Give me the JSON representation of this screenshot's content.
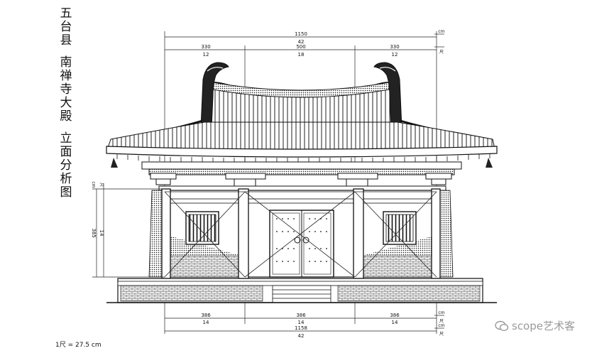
{
  "title_vertical": "五台县 南禅寺大殿 立面分析图",
  "title_line1": "五台县",
  "title_line2": "南禅寺大殿",
  "title_line3": "立面分析图",
  "scale_note": "1尺 = 27.5 cm",
  "watermark": "scope艺术客",
  "dimensions": {
    "top_total_cm": "1150",
    "top_total_chi": "42",
    "top_left_cm": "330",
    "top_left_chi": "12",
    "top_mid_cm": "500",
    "top_mid_chi": "18",
    "top_right_cm": "330",
    "top_right_chi": "12",
    "unit_cm": "cm",
    "unit_chi": "尺",
    "left_height_cm": "385",
    "left_height_chi": "14",
    "bottom_left_cm": "386",
    "bottom_left_chi": "14",
    "bottom_mid_cm": "386",
    "bottom_mid_chi": "14",
    "bottom_right_cm": "386",
    "bottom_right_chi": "14",
    "bottom_total_cm": "1158",
    "bottom_total_chi": "42"
  }
}
